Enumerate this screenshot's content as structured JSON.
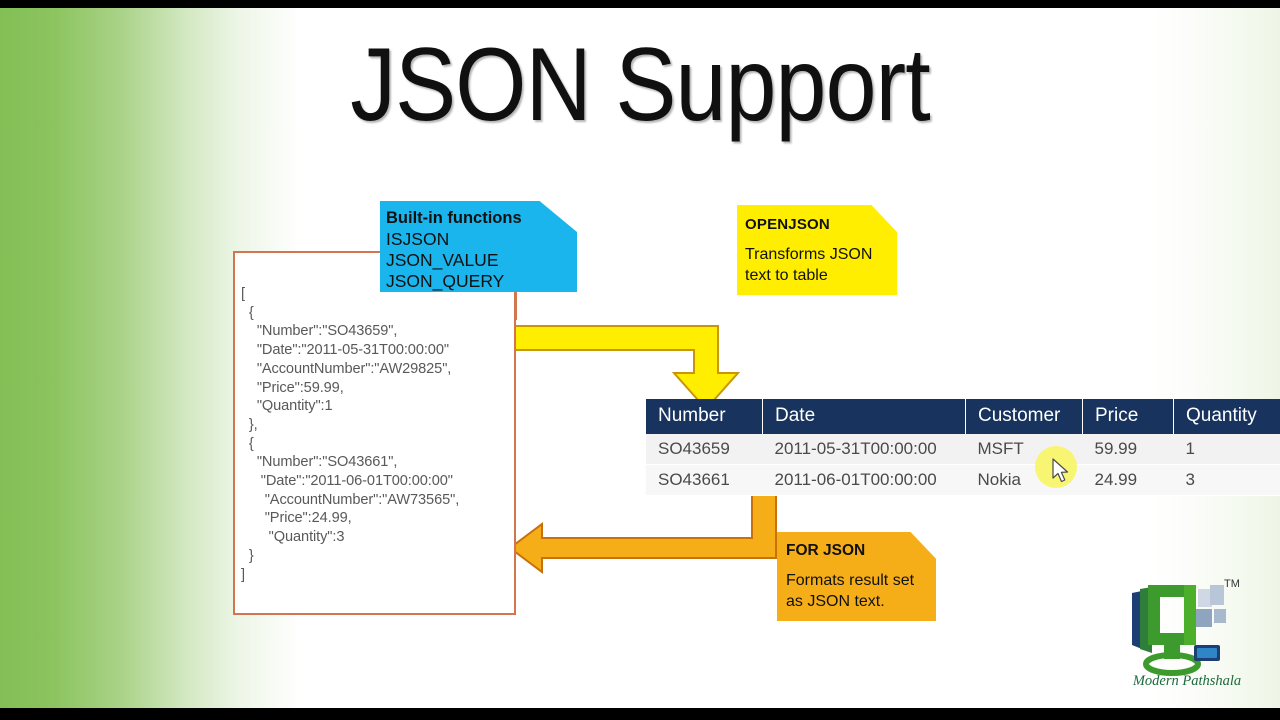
{
  "slide": {
    "title": "JSON Support"
  },
  "json_panel": {
    "code": "[\n  {\n    \"Number\":\"SO43659\",\n    \"Date\":\"2011-05-31T00:00:00\"\n    \"AccountNumber\":\"AW29825\",\n    \"Price\":59.99,\n    \"Quantity\":1\n  },\n  {\n    \"Number\":\"SO43661\",\n     \"Date\":\"2011-06-01T00:00:00\"\n      \"AccountNumber\":\"AW73565\",\n      \"Price\":24.99,\n       \"Quantity\":3\n  }\n]"
  },
  "callouts": {
    "builtin": {
      "title": "Built-in functions",
      "functions": [
        "ISJSON",
        "JSON_VALUE",
        "JSON_QUERY"
      ],
      "color": "#1ab5ec"
    },
    "openjson": {
      "title": "OPENJSON",
      "body": "Transforms JSON text to table",
      "color": "#ffee00"
    },
    "forjson": {
      "title": "FOR JSON",
      "body": "Formats result set as JSON text.",
      "color": "#f5ae18"
    }
  },
  "arrows": {
    "down_arrow_color": "#ffee00",
    "down_arrow_border": "#c8960a",
    "left_arrow_color": "#f5ae18",
    "left_arrow_border": "#c8700a"
  },
  "result_table": {
    "headers": [
      "Number",
      "Date",
      "Customer",
      "Price",
      "Quantity"
    ],
    "rows": [
      [
        "SO43659",
        "2011-05-31T00:00:00",
        "MSFT",
        "59.99",
        "1"
      ],
      [
        "SO43661",
        "2011-06-01T00:00:00",
        "Nokia",
        "24.99",
        "3"
      ]
    ],
    "header_color": "#17335e"
  },
  "logo": {
    "brand": "Modern Pathshala",
    "trademark": "TM"
  }
}
